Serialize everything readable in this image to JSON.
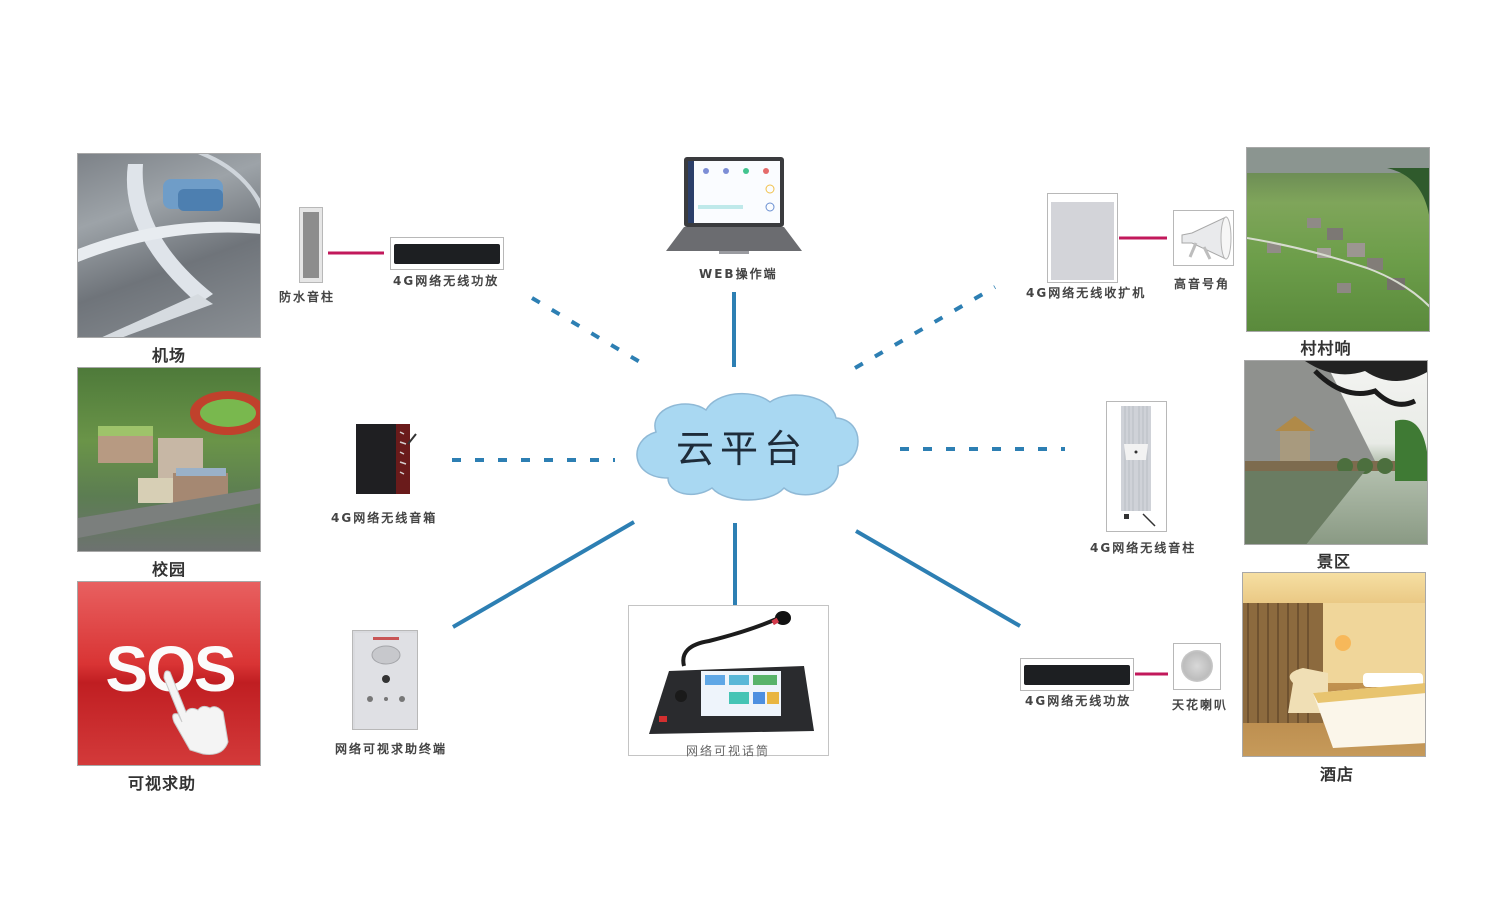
{
  "center": {
    "label": "云平台",
    "fill": "#a9d8f2",
    "stroke": "#8fb9d6"
  },
  "colors": {
    "connector_blue": "#2d7fb3",
    "link_magenta": "#c2185b"
  },
  "scenes": {
    "airport": {
      "label": "机场"
    },
    "campus": {
      "label": "校园"
    },
    "sos": {
      "label": "可视求助",
      "icon_text": "SOS"
    },
    "village": {
      "label": "村村响"
    },
    "scenic": {
      "label": "景区"
    },
    "hotel": {
      "label": "酒店"
    }
  },
  "devices": {
    "waterproof_column": {
      "label": "防水音柱"
    },
    "amp_top_left": {
      "label": "4G网络无线功放"
    },
    "web_client": {
      "label": "WEB操作端"
    },
    "receiver_amp": {
      "label": "4G网络无线收扩机"
    },
    "horn": {
      "label": "高音号角"
    },
    "wireless_speaker": {
      "label": "4G网络无线音箱"
    },
    "wireless_column": {
      "label": "4G网络无线音柱"
    },
    "help_terminal": {
      "label": "网络可视求助终端"
    },
    "paging_mic": {
      "label": "网络可视话筒"
    },
    "amp_bottom_right": {
      "label": "4G网络无线功放"
    },
    "ceiling_speaker": {
      "label": "天花喇叭"
    }
  }
}
